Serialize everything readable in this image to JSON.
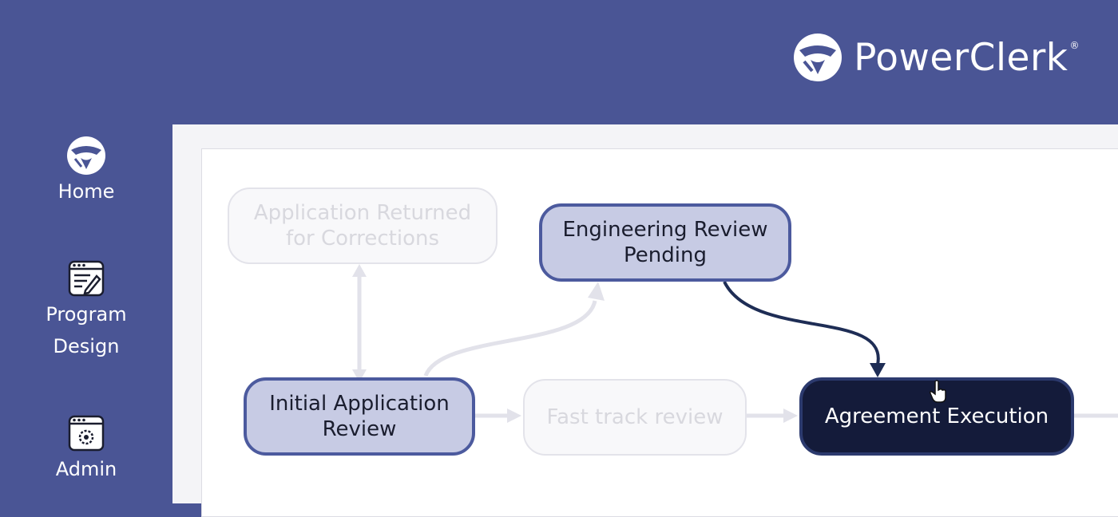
{
  "brand": {
    "name": "PowerClerk",
    "registered": "®"
  },
  "sidebar": {
    "items": [
      {
        "label": "Home",
        "icon": "shield-logo-icon"
      },
      {
        "label": "Program\nDesign",
        "icon": "form-edit-icon"
      },
      {
        "label": "Admin",
        "icon": "settings-window-icon"
      }
    ]
  },
  "workflow": {
    "nodes": [
      {
        "id": "returned",
        "label": "Application Returned\nfor Corrections",
        "state": "faded"
      },
      {
        "id": "engineering",
        "label": "Engineering Review\nPending",
        "state": "active"
      },
      {
        "id": "initial",
        "label": "Initial Application\nReview",
        "state": "active"
      },
      {
        "id": "fasttrack",
        "label": "Fast track review",
        "state": "faded"
      },
      {
        "id": "agreement",
        "label": "Agreement Execution",
        "state": "selected"
      }
    ],
    "colors": {
      "active_fill": "#c7cbe4",
      "active_border": "#4c5a9e",
      "selected_fill": "#141b3a",
      "faded_text": "#d8d8de",
      "arrow_active": "#1e2d55"
    }
  }
}
